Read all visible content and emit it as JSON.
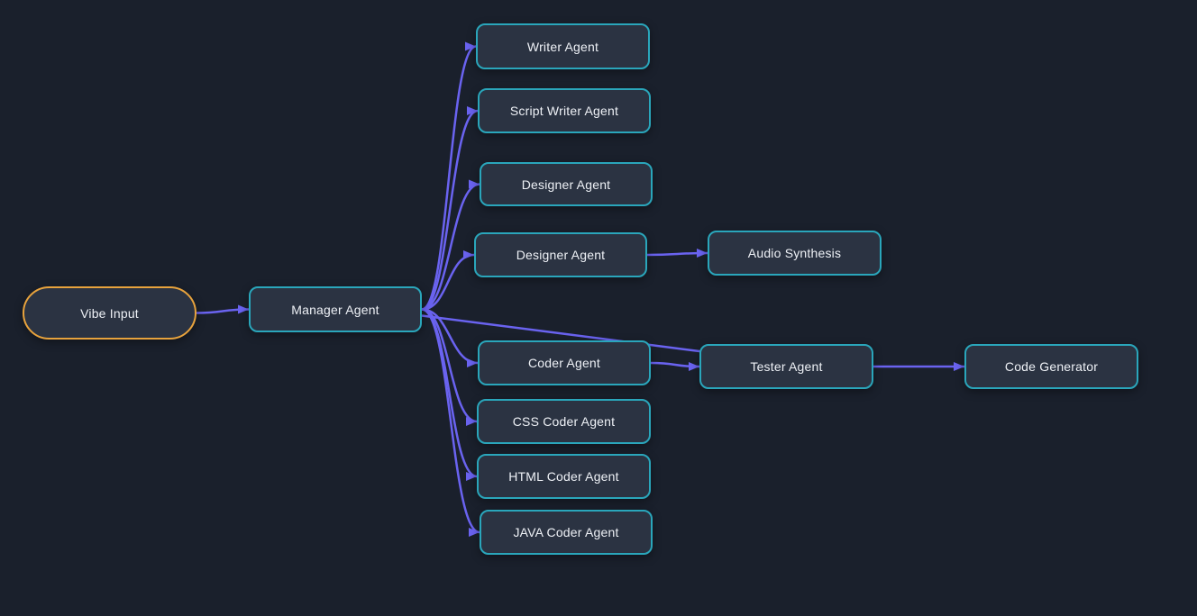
{
  "colors": {
    "background": "#1a202c",
    "node_fill": "#2b3342",
    "node_border": "#2aa6bb",
    "input_border": "#e8a33d",
    "edge": "#6a63f0",
    "text": "#eef1f6"
  },
  "nodes": [
    {
      "id": "vibe-input",
      "label": "Vibe Input",
      "shape": "pill"
    },
    {
      "id": "manager-agent",
      "label": "Manager Agent",
      "shape": "rect"
    },
    {
      "id": "writer-agent",
      "label": "Writer Agent",
      "shape": "rect"
    },
    {
      "id": "script-writer-agent",
      "label": "Script Writer Agent",
      "shape": "rect"
    },
    {
      "id": "designer-agent-1",
      "label": "Designer Agent",
      "shape": "rect"
    },
    {
      "id": "designer-agent-2",
      "label": "Designer Agent",
      "shape": "rect"
    },
    {
      "id": "audio-synthesis",
      "label": "Audio Synthesis",
      "shape": "rect"
    },
    {
      "id": "coder-agent",
      "label": "Coder Agent",
      "shape": "rect"
    },
    {
      "id": "tester-agent",
      "label": "Tester Agent",
      "shape": "rect"
    },
    {
      "id": "code-generator",
      "label": "Code Generator",
      "shape": "rect"
    },
    {
      "id": "css-coder-agent",
      "label": "CSS Coder Agent",
      "shape": "rect"
    },
    {
      "id": "html-coder-agent",
      "label": "HTML Coder Agent",
      "shape": "rect"
    },
    {
      "id": "java-coder-agent",
      "label": "JAVA Coder Agent",
      "shape": "rect"
    }
  ],
  "edges": [
    {
      "source": "vibe-input",
      "target": "manager-agent",
      "arrow": true
    },
    {
      "source": "manager-agent",
      "target": "writer-agent",
      "arrow": true
    },
    {
      "source": "manager-agent",
      "target": "script-writer-agent",
      "arrow": true
    },
    {
      "source": "manager-agent",
      "target": "designer-agent-1",
      "arrow": true
    },
    {
      "source": "manager-agent",
      "target": "designer-agent-2",
      "arrow": true
    },
    {
      "source": "manager-agent",
      "target": "coder-agent",
      "arrow": true
    },
    {
      "source": "manager-agent",
      "target": "css-coder-agent",
      "arrow": true
    },
    {
      "source": "manager-agent",
      "target": "html-coder-agent",
      "arrow": true
    },
    {
      "source": "manager-agent",
      "target": "java-coder-agent",
      "arrow": true
    },
    {
      "source": "manager-agent",
      "target": "tester-agent",
      "arrow": false,
      "style": "straight"
    },
    {
      "source": "designer-agent-2",
      "target": "audio-synthesis",
      "arrow": true
    },
    {
      "source": "coder-agent",
      "target": "tester-agent",
      "arrow": true
    },
    {
      "source": "tester-agent",
      "target": "code-generator",
      "arrow": true
    }
  ]
}
